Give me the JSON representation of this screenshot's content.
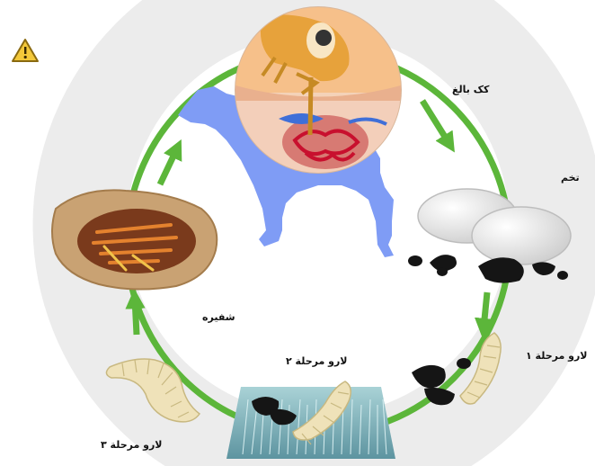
{
  "diagram": {
    "stages": {
      "adult_flea": "کک بالغ",
      "egg": "تخم",
      "larva_1": "لارو مرحلة ۱",
      "larva_2": "لارو مرحلة ۲",
      "pupa": "شفیره",
      "larva_3": "لارو مرحلة ۳"
    },
    "colors": {
      "cycle_arrow": "#5cb63a",
      "host_dog": "#7f9cf5",
      "background_ring": "#e6e6e6",
      "skin": "#f4d2b8",
      "egg": "#e6e6e6",
      "larva": "#efe2b9",
      "feces": "#151515",
      "carpet": "#7ab0b8",
      "cocoon": "#c9a273",
      "warning": "#f3c83a"
    },
    "icons": [
      "warning-icon",
      "flea-on-skin",
      "dog-silhouette",
      "egg-cluster",
      "larva",
      "carpet-fibers",
      "cocoon"
    ]
  }
}
